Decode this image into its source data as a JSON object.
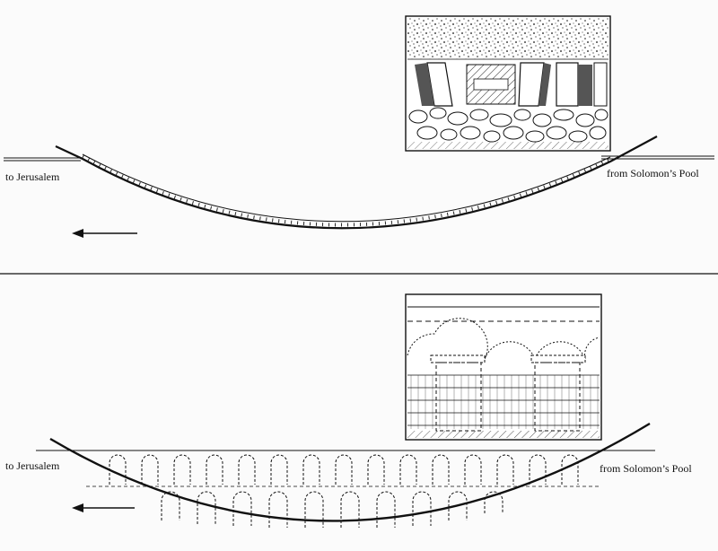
{
  "top_panel": {
    "left_label": "to Jerusalem",
    "right_label": "from Solomon’s Pool"
  },
  "bottom_panel": {
    "left_label": "to Jerusalem",
    "right_label": "from Solomon’s Pool"
  },
  "colors": {
    "ink": "#111111",
    "paper": "#fbfbfb"
  }
}
